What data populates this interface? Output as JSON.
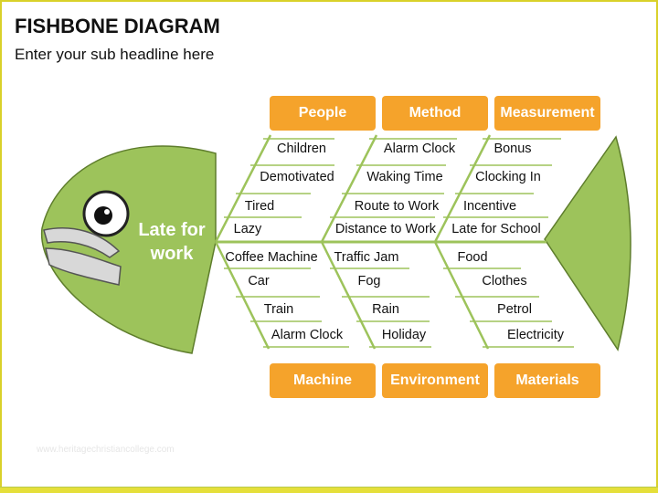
{
  "title": "FISHBONE DIAGRAM",
  "subtitle": "Enter your sub headline here",
  "effect": "Late for work",
  "categories": {
    "people": "People",
    "method": "Method",
    "measurement": "Measurement",
    "machine": "Machine",
    "environment": "Environment",
    "materials": "Materials"
  },
  "causes": {
    "people": [
      "Children",
      "Demotivated",
      "Tired",
      "Lazy"
    ],
    "method": [
      "Alarm Clock",
      "Waking Time",
      "Route to Work",
      "Distance to Work"
    ],
    "measurement": [
      "Bonus",
      "Clocking In",
      "Incentive",
      "Late for School"
    ],
    "machine": [
      "Coffee Machine",
      "Car",
      "Train",
      "Alarm Clock"
    ],
    "environment": [
      "Traffic Jam",
      "Fog",
      "Rain",
      "Holiday"
    ],
    "materials": [
      "Food",
      "Clothes",
      "Petrol",
      "Electricity"
    ]
  },
  "watermark": "www.heritagechristiancollege.com",
  "colors": {
    "fish": "#9dc35b",
    "accent": "#f5a32b",
    "frame": "#d9d12a"
  }
}
